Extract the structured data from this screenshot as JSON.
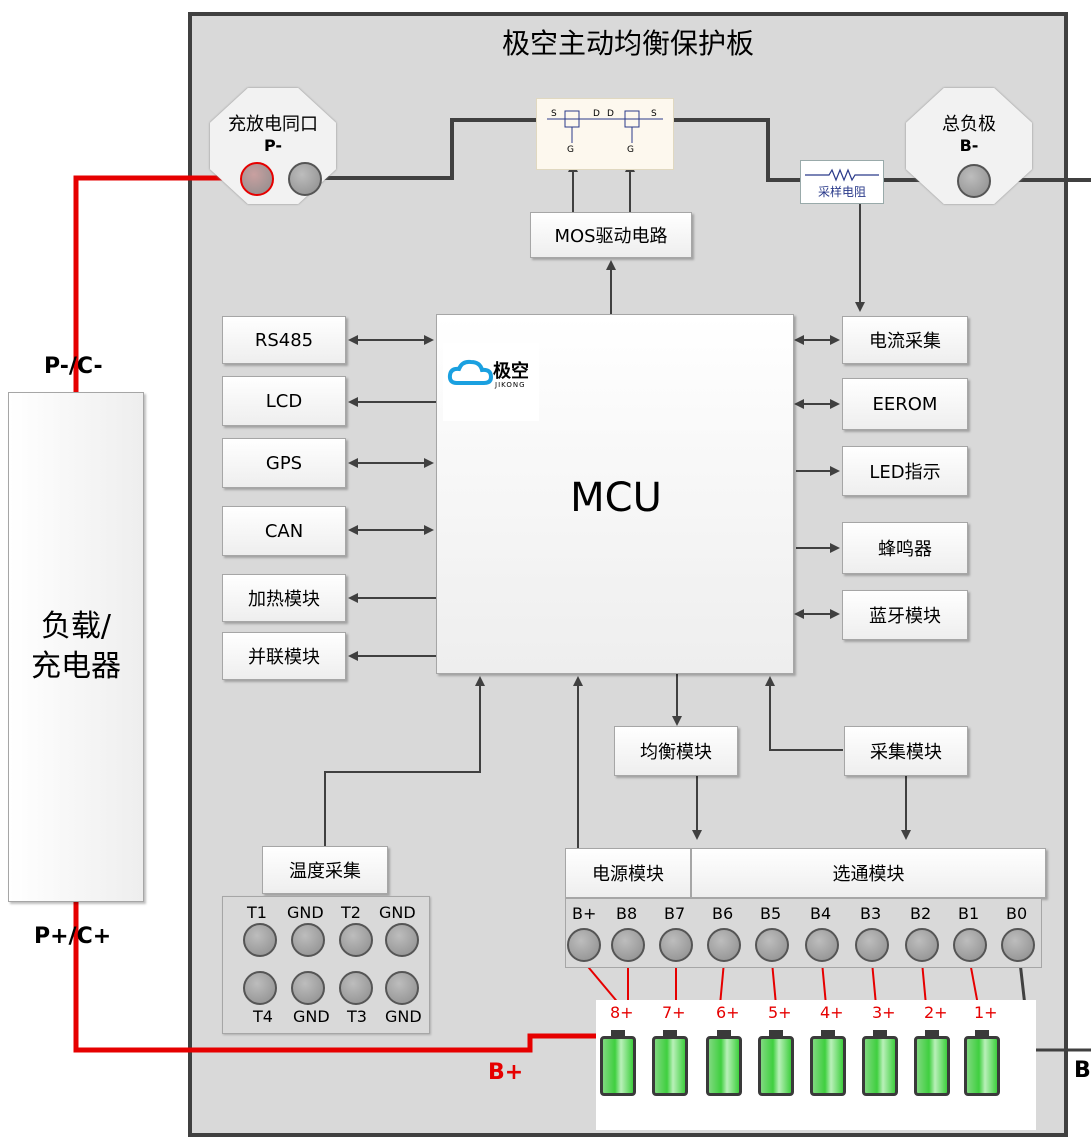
{
  "board": {
    "title": "极空主动均衡保护板"
  },
  "ports": {
    "charge_title": "充放电同口",
    "charge_label": "P-",
    "negative_title": "总负极",
    "negative_label": "B-"
  },
  "mos": {
    "s1": "S",
    "d1": "D",
    "d2": "D",
    "s2": "S",
    "g1": "G",
    "g2": "G"
  },
  "sample_resistor": "采样电阻",
  "mos_driver": "MOS驱动电路",
  "mcu": {
    "label": "MCU",
    "logo_text": "极空",
    "logo_sub": "JIKONG"
  },
  "left_modules": [
    "RS485",
    "LCD",
    "GPS",
    "CAN",
    "加热模块",
    "并联模块"
  ],
  "right_modules": [
    "电流采集",
    "EEROM",
    "LED指示",
    "蜂鸣器",
    "蓝牙模块"
  ],
  "balance_module": "均衡模块",
  "collect_module": "采集模块",
  "temp_collect": "温度采集",
  "temp_pins_top": [
    "T1",
    "GND",
    "T2",
    "GND"
  ],
  "temp_pins_bottom": [
    "T4",
    "GND",
    "T3",
    "GND"
  ],
  "power_module": "电源模块",
  "select_module": "选通模块",
  "b_pins": [
    "B+",
    "B8",
    "B7",
    "B6",
    "B5",
    "B4",
    "B3",
    "B2",
    "B1",
    "B0"
  ],
  "cell_labels": [
    "8+",
    "7+",
    "6+",
    "5+",
    "4+",
    "3+",
    "2+",
    "1+"
  ],
  "load": {
    "label": "负载/充电器",
    "top_label": "P-/C-",
    "bottom_label": "P+/C+"
  },
  "bplus_label": "B+",
  "bminus_edge": "B",
  "colors": {
    "red_wire": "#e60000",
    "black_wire": "#404040",
    "board": "#d9d9d9"
  }
}
